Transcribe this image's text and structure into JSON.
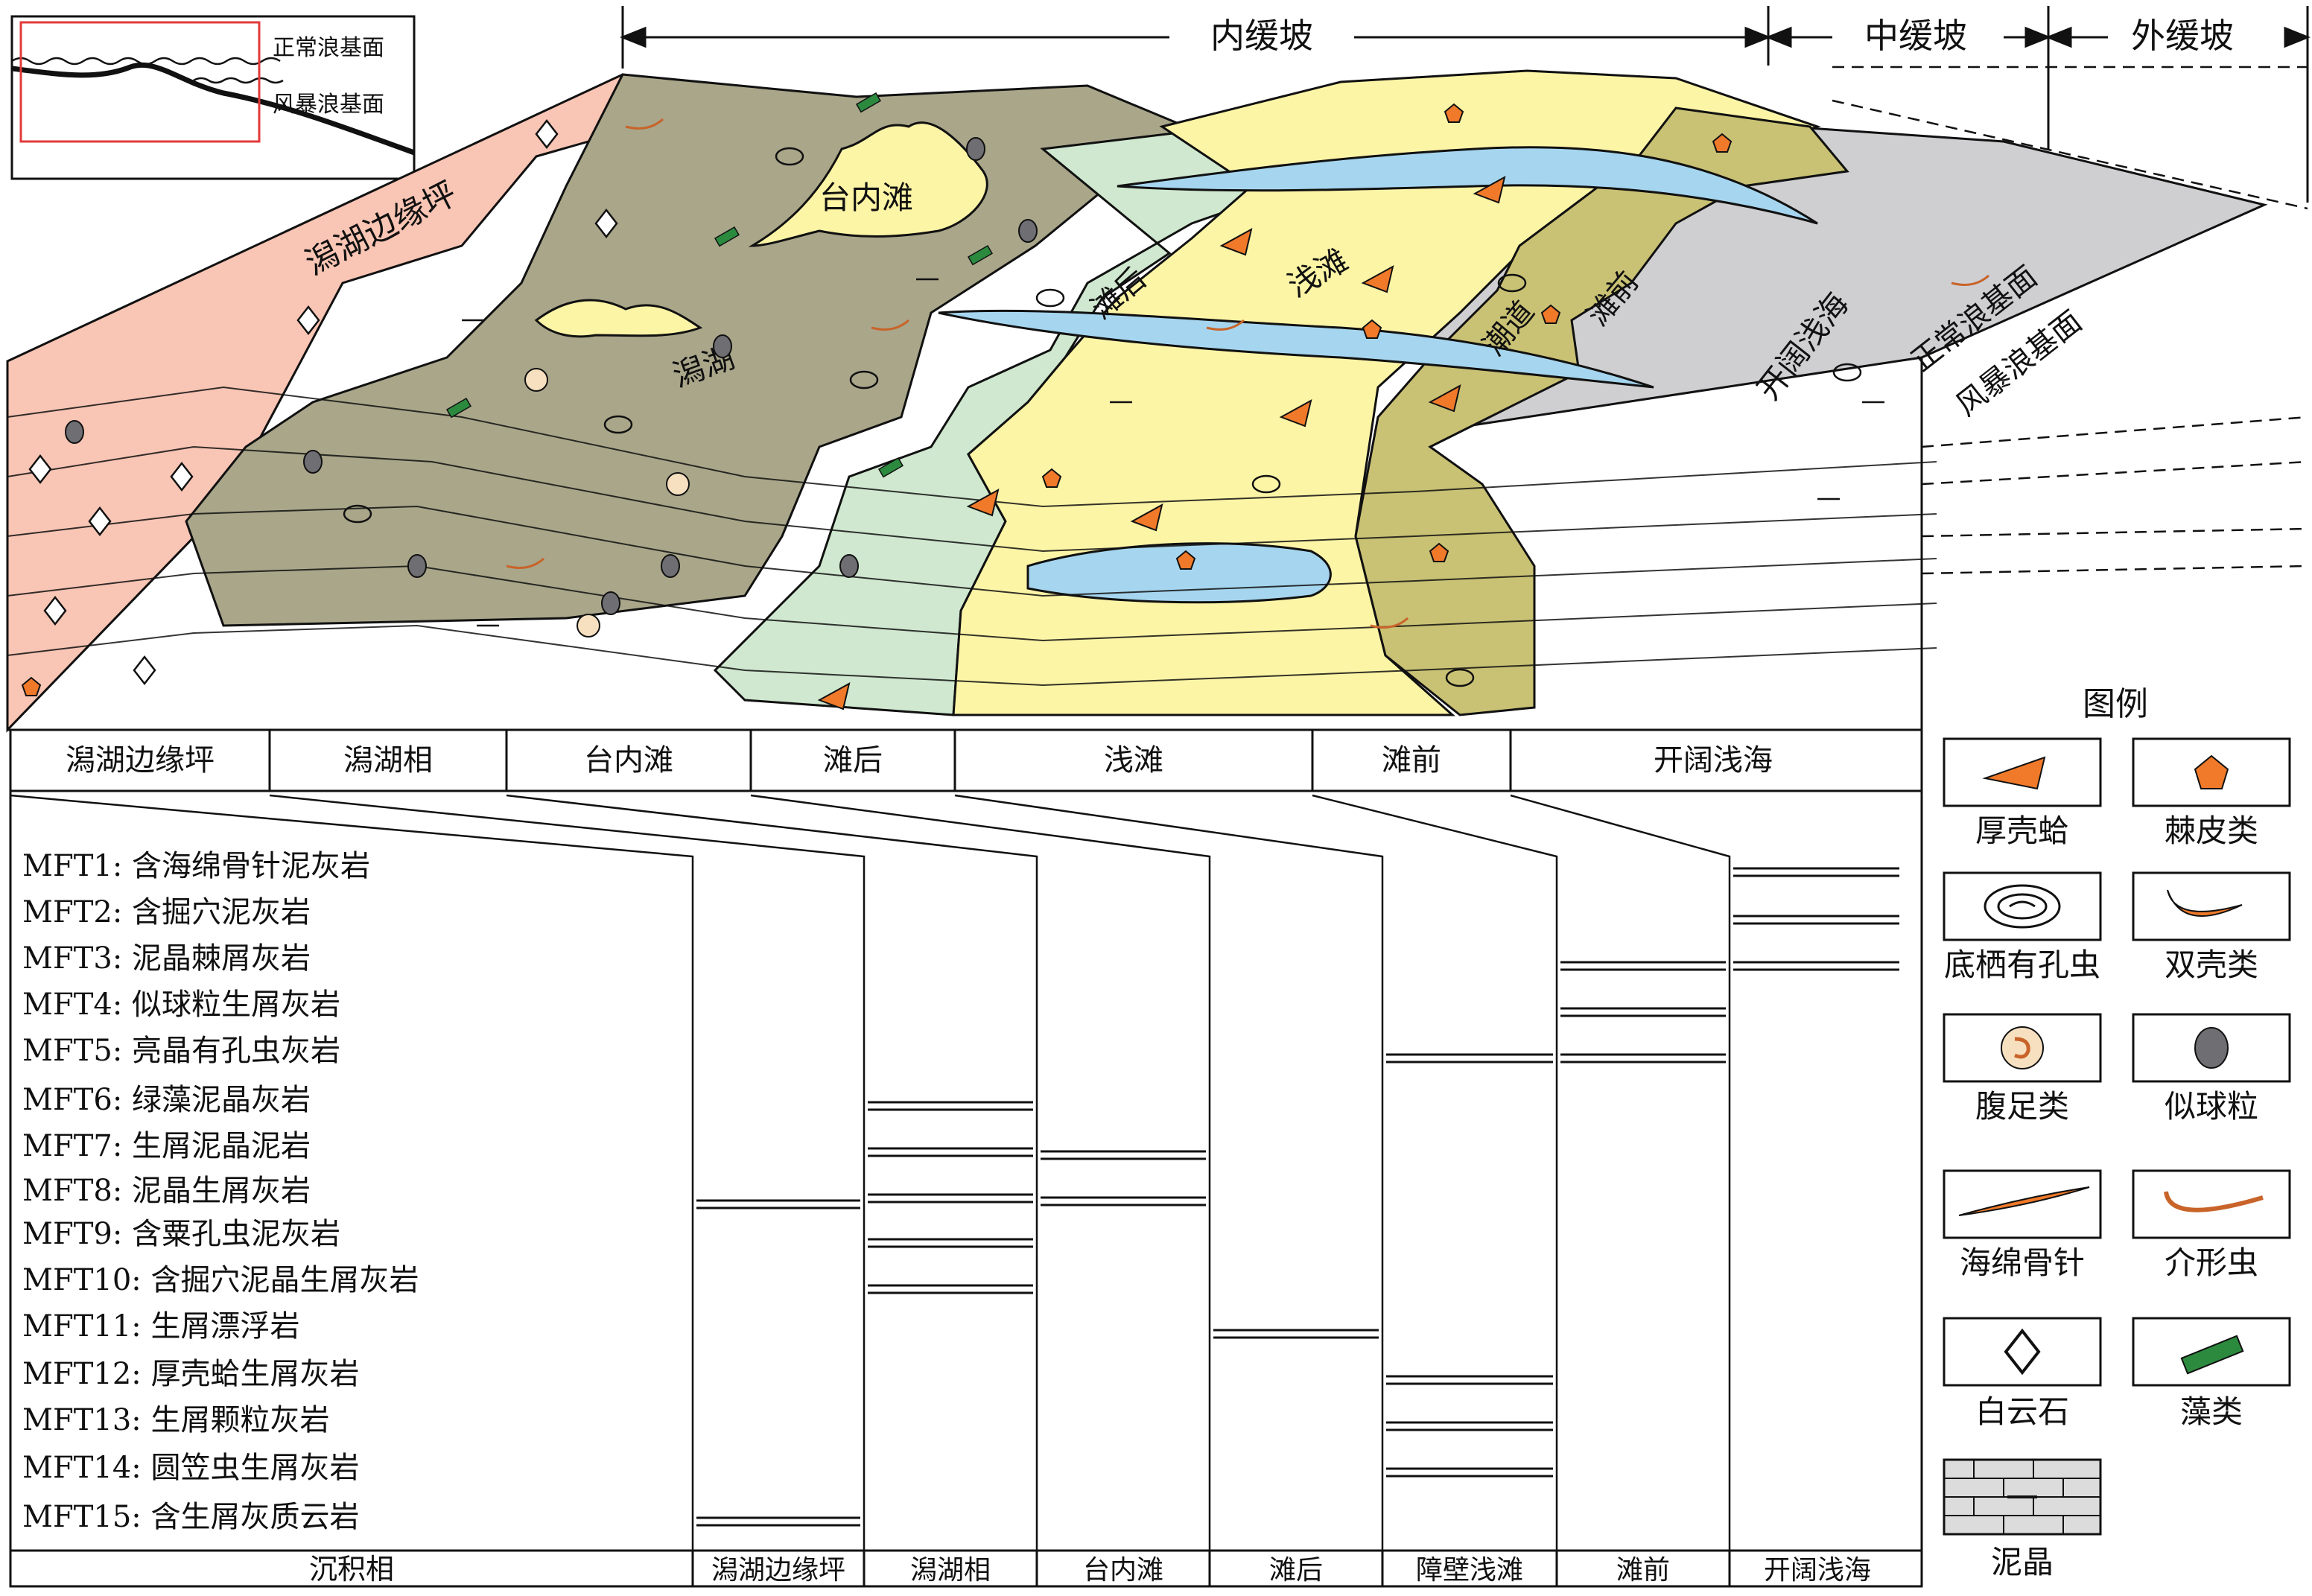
{
  "inset": {
    "normal_wave_base": "正常浪基面",
    "storm_wave_base": "风暴浪基面"
  },
  "ramp_zones": [
    {
      "id": "inner",
      "label": "内缓坡"
    },
    {
      "id": "middle",
      "label": "中缓坡"
    },
    {
      "id": "outer",
      "label": "外缓坡"
    }
  ],
  "block_labels": {
    "lagoon_margin_flat": "潟湖边缘坪",
    "intra_platform_shoal": "台内滩",
    "lagoon": "潟湖",
    "back_shoal": "滩后",
    "shallow_shoal": "浅滩",
    "tidal_channel": "潮道",
    "fore_shoal": "滩前",
    "open_shallow_sea": "开阔浅海",
    "normal_wave_base": "正常浪基面",
    "storm_wave_base": "风暴浪基面"
  },
  "facies_header": [
    "潟湖边缘坪",
    "潟湖相",
    "台内滩",
    "滩后",
    "浅滩",
    "滩前",
    "开阔浅海"
  ],
  "microfacies": [
    "MFT1: 含海绵骨针泥灰岩",
    "MFT2: 含掘穴泥灰岩",
    "MFT3: 泥晶棘屑灰岩",
    "MFT4: 似球粒生屑灰岩",
    "MFT5: 亮晶有孔虫灰岩",
    "MFT6: 绿藻泥晶灰岩",
    "MFT7: 生屑泥晶泥岩",
    "MFT8: 泥晶生屑灰岩",
    "MFT9: 含粟孔虫泥灰岩",
    "MFT10: 含掘穴泥晶生屑灰岩",
    "MFT11: 生屑漂浮岩",
    "MFT12: 厚壳蛤生屑灰岩",
    "MFT13: 生屑颗粒灰岩",
    "MFT14: 圆笠虫生屑灰岩",
    "MFT15: 含生屑灰质云岩"
  ],
  "bottom_header": [
    "沉积相",
    "潟湖边缘坪",
    "潟湖相",
    "台内滩",
    "滩后",
    "障壁浅滩",
    "滩前",
    "开阔浅海"
  ],
  "legend": {
    "title": "图例",
    "items": [
      {
        "label": "厚壳蛤",
        "icon": "rudist-icon"
      },
      {
        "label": "棘皮类",
        "icon": "echinoderm-icon"
      },
      {
        "label": "底栖有孔虫",
        "icon": "foraminifera-icon"
      },
      {
        "label": "双壳类",
        "icon": "bivalve-icon"
      },
      {
        "label": "腹足类",
        "icon": "gastropod-icon"
      },
      {
        "label": "似球粒",
        "icon": "peloid-icon"
      },
      {
        "label": "海绵骨针",
        "icon": "sponge-spicule-icon"
      },
      {
        "label": "介形虫",
        "icon": "ostracod-icon"
      },
      {
        "label": "白云石",
        "icon": "dolomite-icon"
      },
      {
        "label": "藻类",
        "icon": "algae-icon"
      },
      {
        "label": "泥晶",
        "icon": "micrite-icon"
      }
    ]
  },
  "colors": {
    "lagoon_margin": "#f9c5b4",
    "lagoon": "#a9a68a",
    "back_shoal": "#cfe8cf",
    "shoal": "#fdf5a6",
    "channel": "#a6d6ef",
    "fore_shoal": "#c9c174",
    "open_sea": "#cfcfd2",
    "rudist": "#f07a2a",
    "echinoderm": "#f07a2a",
    "algae": "#2b8a3e",
    "peloid": "#6e6e73"
  }
}
